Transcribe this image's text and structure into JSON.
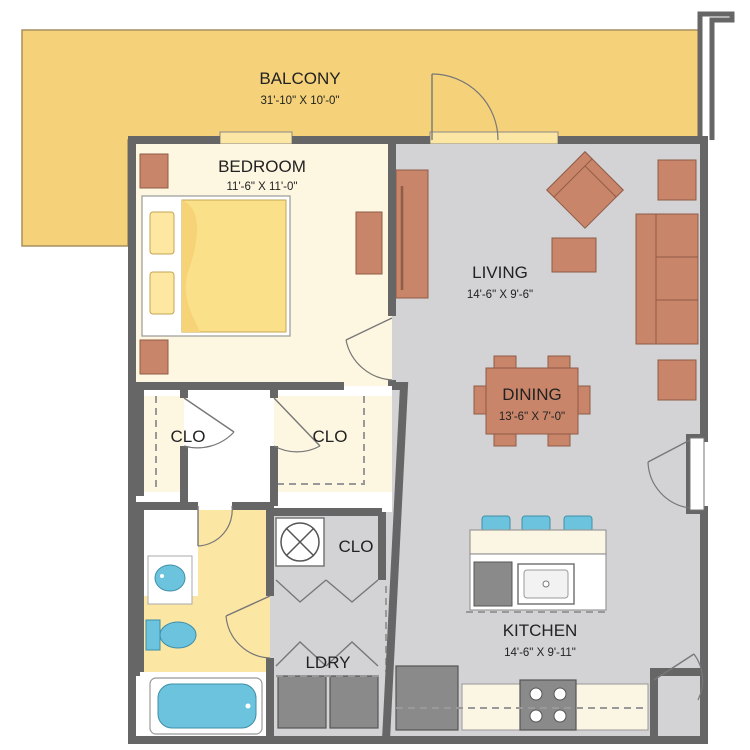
{
  "rooms": {
    "balcony": {
      "name": "BALCONY",
      "dim": "31'-10\" X 10'-0\""
    },
    "bedroom": {
      "name": "BEDROOM",
      "dim": "11'-6\" X 11'-0\""
    },
    "living": {
      "name": "LIVING",
      "dim": "14'-6\" X 9'-6\""
    },
    "dining": {
      "name": "DINING",
      "dim": "13'-6\" X 7'-0\""
    },
    "kitchen": {
      "name": "KITCHEN",
      "dim": "14'-6\" X 9'-11\""
    },
    "closet_1": {
      "name": "CLO"
    },
    "closet_2": {
      "name": "CLO"
    },
    "closet_3": {
      "name": "CLO"
    },
    "laundry": {
      "name": "LDRY"
    }
  },
  "colors": {
    "balcony": "#f5d27a",
    "bedroom": "#fdf6e0",
    "bath": "#fbe6a4",
    "living": "#d3d3d6",
    "wall": "#666666",
    "furniture": "#c9856a",
    "fixture_blue": "#6cc3dd",
    "appliance": "#8a8a8a",
    "counter": "#fbf6e3"
  }
}
